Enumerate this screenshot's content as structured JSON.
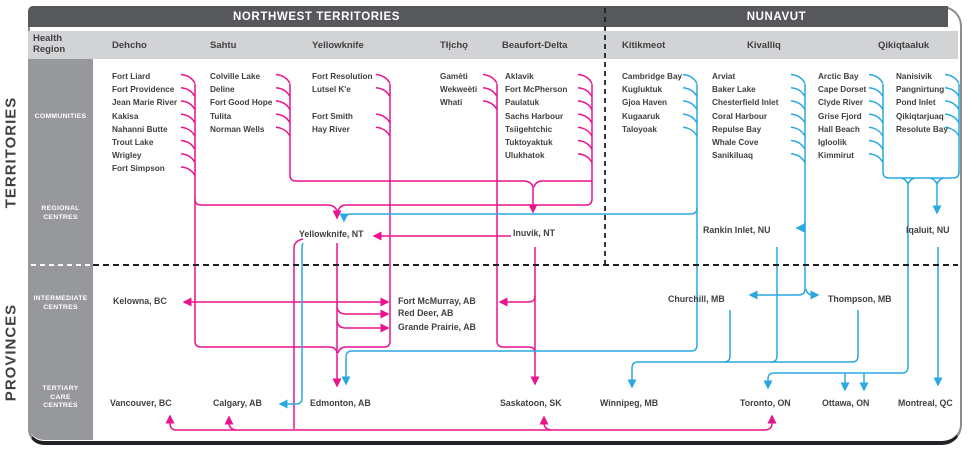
{
  "territory_headers": [
    {
      "label": "NORTHWEST TERRITORIES"
    },
    {
      "label": "NUNAVUT"
    }
  ],
  "health_region": {
    "line1": "Health",
    "line2": "Region"
  },
  "side_labels": {
    "territories": "TERRITORIES",
    "provinces": "PROVINCES"
  },
  "sidebar": {
    "rows": [
      {
        "lines": [
          "COMMUNITIES"
        ]
      },
      {
        "lines": [
          "REGIONAL",
          "CENTRES"
        ]
      },
      {
        "lines": [
          "INTERMEDIATE",
          "CENTRES"
        ]
      },
      {
        "lines": [
          "TERTIARY",
          "CARE",
          "CENTRES"
        ]
      }
    ]
  },
  "regions": [
    {
      "name": "Dehcho",
      "communities": [
        "Fort Liard",
        "Fort Providence",
        "Jean Marie River",
        "Kakisa",
        "Nahanni Butte",
        "Trout Lake",
        "Wrigley",
        "Fort Simpson"
      ]
    },
    {
      "name": "Sahtu",
      "communities": [
        "Colville Lake",
        "Deline",
        "Fort Good Hope",
        "Tulita",
        "Norman Wells"
      ]
    },
    {
      "name": "Yellowknife",
      "communities": [
        "Fort Resolution",
        "Lutsel K'e",
        "",
        "Fort Smith",
        "Hay River"
      ]
    },
    {
      "name": "Tłįchǫ",
      "communities": [
        "Gamèti",
        "Wekweèti",
        "Whati"
      ]
    },
    {
      "name": "Beaufort-Delta",
      "communities": [
        "Aklavik",
        "Fort McPherson",
        "Paulatuk",
        "Sachs Harbour",
        "Tsiigehtchic",
        "Tuktoyaktuk",
        "Ulukhatok"
      ]
    },
    {
      "name": "Kitikmeot",
      "communities": [
        "Cambridge Bay",
        "Kugluktuk",
        "Gjoa Haven",
        "Kugaaruk",
        "Taloyoak"
      ]
    },
    {
      "name": "Kivalliq",
      "communities": [
        "Arviat",
        "Baker Lake",
        "Chesterfield Inlet",
        "Coral Harbour",
        "Repulse Bay",
        "Whale Cove",
        "Sanikiluaq"
      ]
    },
    {
      "name": "Qikiqtaaluk",
      "communities": [
        "Arctic Bay",
        "Cape Dorset",
        "Clyde River",
        "Grise Fjord",
        "Hall Beach",
        "Igloolik",
        "Kimmirut"
      ],
      "communities2": [
        "Nanisivik",
        "Pangnirtung",
        "Pond Inlet",
        "Qikiqtarjuaq",
        "Resolute Bay"
      ]
    }
  ],
  "centres": {
    "regional": [
      "Yellowknife, NT",
      "Inuvik, NT",
      "Rankin Inlet, NU",
      "Iqaluit, NU"
    ],
    "intermediate": [
      "Kelowna, BC",
      "Fort McMurray, AB",
      "Red Deer, AB",
      "Grande Prairie, AB",
      "Churchill, MB",
      "Thompson, MB"
    ],
    "tertiary": [
      "Vancouver, BC",
      "Calgary, AB",
      "Edmonton, AB",
      "Saskatoon, SK",
      "Winnipeg, MB",
      "Toronto, ON",
      "Ottawa, ON",
      "Montreal, QC"
    ]
  },
  "colors": {
    "nwt_line": "#e9138d",
    "nunavut_line": "#2aa9e0",
    "header_dark": "#57585b",
    "header_light": "#d2d3d5",
    "sidebar_gray": "#96989b",
    "text_dark": "#414042"
  },
  "connections": [
    {
      "from": "Dehcho communities",
      "to": "Yellowknife, NT",
      "network": "nwt"
    },
    {
      "from": "Yellowknife region communities",
      "to": "Yellowknife, NT",
      "network": "nwt"
    },
    {
      "from": "Tłįchǫ communities",
      "to": "Yellowknife, NT",
      "network": "nwt"
    },
    {
      "from": "Sahtu communities",
      "to": "Inuvik, NT",
      "network": "nwt"
    },
    {
      "from": "Beaufort-Delta communities",
      "to": "Inuvik, NT",
      "network": "nwt"
    },
    {
      "from": "Inuvik, NT",
      "to": "Yellowknife, NT",
      "network": "nwt"
    },
    {
      "from": "Yellowknife, NT",
      "to": "Kelowna, BC",
      "network": "nwt"
    },
    {
      "from": "Yellowknife, NT",
      "to": "Fort McMurray, AB",
      "network": "nwt"
    },
    {
      "from": "Yellowknife, NT",
      "to": "Red Deer, AB",
      "network": "nwt"
    },
    {
      "from": "Yellowknife, NT",
      "to": "Grande Prairie, AB",
      "network": "nwt"
    },
    {
      "from": "Yellowknife, NT",
      "to": "Edmonton, AB",
      "network": "nwt"
    },
    {
      "from": "Yellowknife, NT",
      "to": "Vancouver, BC / Calgary, AB / Saskatoon, SK / Toronto, ON",
      "network": "nwt"
    },
    {
      "from": "Inuvik, NT",
      "to": "Fort McMurray, AB / Saskatoon, SK",
      "network": "nwt"
    },
    {
      "from": "Kitikmeot communities",
      "to": "Yellowknife, NT",
      "network": "nunavut"
    },
    {
      "from": "Kitikmeot communities",
      "to": "Edmonton, AB",
      "network": "nunavut"
    },
    {
      "from": "Yellowknife, NT",
      "to": "Calgary, AB",
      "network": "nunavut"
    },
    {
      "from": "Kivalliq communities",
      "to": "Rankin Inlet, NU / Churchill, MB / Thompson, MB",
      "network": "nunavut"
    },
    {
      "from": "Rankin Inlet, NU / Churchill, MB / Thompson, MB",
      "to": "Winnipeg, MB",
      "network": "nunavut"
    },
    {
      "from": "Qikiqtaaluk communities",
      "to": "Iqaluit, NU",
      "network": "nunavut"
    },
    {
      "from": "Qikiqtaaluk communities / Iqaluit, NU",
      "to": "Toronto, ON / Ottawa, ON / Montreal, QC",
      "network": "nunavut"
    }
  ]
}
